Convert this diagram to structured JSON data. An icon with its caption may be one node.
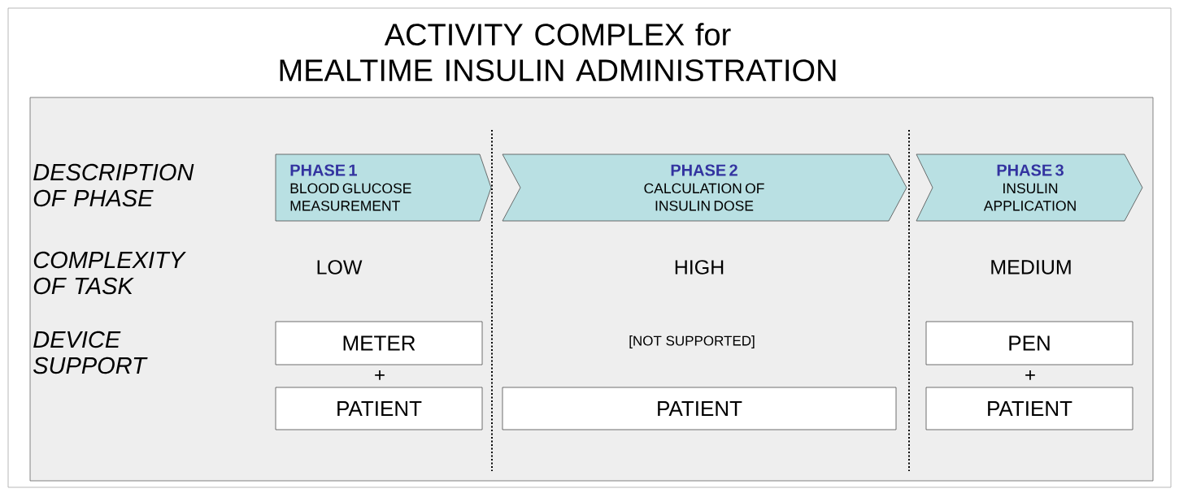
{
  "diagram": {
    "title": "ACTIVITY COMPLEX for MEALTIME INSULIN ADMINISTRATION",
    "nodes": [
      {
        "text": [
          "PHASE 1",
          "BLOOD GLUCOSE MEASUREMENT"
        ]
      },
      {
        "text": [
          "PHASE 2",
          "CALCULATION OF INSULIN DOSE"
        ]
      },
      {
        "text": [
          "PHASE 3",
          "INSULIN APPLICATION"
        ]
      },
      {
        "text": [
          "METER"
        ]
      },
      {
        "text": [
          "PEN"
        ]
      },
      {
        "text": [
          "PATIENT"
        ]
      },
      {
        "text": [
          "PATIENT"
        ]
      },
      {
        "text": [
          "PATIENT"
        ]
      }
    ],
    "labels": [
      "DESCRIPTION OF PHASE",
      "COMPLEXITY OF TASK",
      "LOW",
      "HIGH",
      "MEDIUM",
      "DEVICE SUPPORT",
      "[NOT SUPPORTED]",
      "+",
      "+"
    ]
  }
}
